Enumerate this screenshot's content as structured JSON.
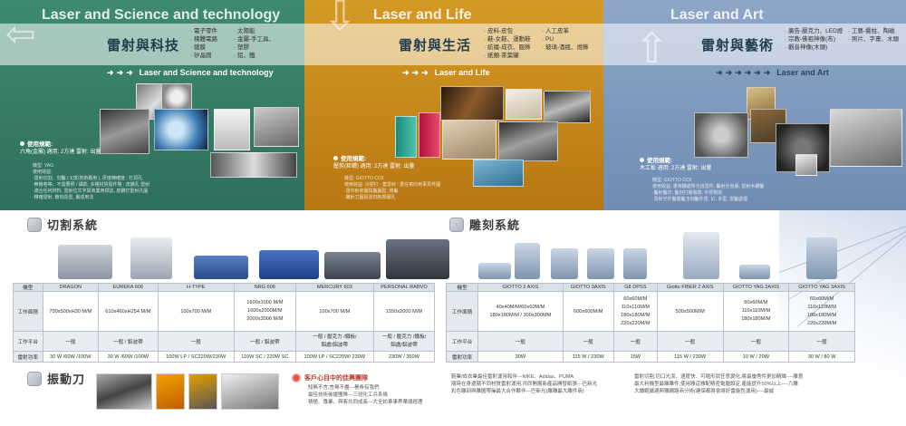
{
  "banner": {
    "science": {
      "title_en": "Laser and Science and technology",
      "title_cn": "雷射與科技",
      "bullets_col1": [
        "電子零件",
        "積體電路",
        "鍍膜",
        "矽晶圓"
      ],
      "bullets_col2": [
        "太陽能",
        "金屬-手工具、",
        "塑膠",
        "鋁、鐵"
      ],
      "arrow_label": "Laser and Science and technology",
      "usage_title": "使用規範:",
      "usage_item": "六角(金屬)",
      "usage_specs": "適用: 2方達 雷射: 出量",
      "desc_lines": [
        "機型: YAG",
        "使用效益:",
        "·雷射切割、刻鑿 ( 幻影技術專用 ), 厚度精確度 : 打洞孔",
        "·無機卷等、不需要照 / 攝影, 多種材質擺件幫 : 皮鑽孔 雷射",
        "·適合任何材料, 雷射位文字與商業用標誌, 皮鑽打雷射孔圖",
        "·精確發射, 鎖刻造型, 畫成用法"
      ]
    },
    "life": {
      "title_en": "Laser and Life",
      "title_cn": "雷射與生活",
      "bullets_col1": [
        "皮料-皮包",
        "鞋-女鞋、運動鞋",
        "紡織-成衣、服飾",
        "紙類-茶葉罐"
      ],
      "bullets_col2": [
        "人工皮革",
        "PU",
        "玻璃-酒瓶、燈飾"
      ],
      "arrow_label": "Laser and Life",
      "usage_title": "使用規範:",
      "usage_item": "壓剪(鉅鑽)",
      "usage_specs": "適用: 2方達 雷射: 出量",
      "desc_lines": [
        "機型: GIOTTO CO2",
        "使用效益:  冷卻打 : 蓋雷射 : 勇在寫印用事頁件圓",
        "·雷印射裝圖與鑿圖型, 將鑿",
        "·雕射刀圓與雷刻各類圖孔"
      ]
    },
    "art": {
      "title_en": "Laser and Art",
      "title_cn": "雷射與藝術",
      "bullets_col1": [
        "廣告-壓克力、LED燈",
        "宗教-佛祖神像(布)",
        "觀音神像(木頭)"
      ],
      "bullets_col2": [
        "工藝-擺柱、陶磁",
        "照片、字畫、木頭"
      ],
      "arrow_label": "Laser and Art",
      "usage_title": "使用規範:",
      "usage_item": "木工板",
      "usage_specs": "適用: 2方達 雷射: 出量",
      "desc_lines": [
        "機型: GIOTTO CO2",
        "使用效益:  書寫鑽處所光技雷件, 鑿射光色版, 雷射木鑽鑿",
        "·鑿射鑿印, 鑿刻打版電樣, 平厚幫助",
        "·雷射光件鑿體鑿玉刻鑿件雷, 幻, 多型, 雷鑿處理"
      ]
    }
  },
  "cutting": {
    "title": "切割系統",
    "columns": [
      "機型",
      "DRAGON",
      "EUREKA 606",
      "H-TYPE",
      "NRG 606",
      "MERCURY 603",
      "PERSONAL RABVO"
    ],
    "rows": [
      {
        "label": "工作面積",
        "cells": [
          "700x500xH30  M/M",
          "610x460xH254  M/M",
          "100x700 M/M",
          "1600x1000 M/M\n1600x2000M/M\n2000x3000 M/M",
          "100x700 M/M",
          "1550x2000 M/M"
        ]
      },
      {
        "label": "工作平台",
        "cells": [
          "一般",
          "一般 / 鋁波帶",
          "一般",
          "一般 / 鋁波帶",
          "一般 / 壓克力 /鐵板/\n鋁處/鋁波帶",
          "一般 / 壓克力 /鐵板/\n鋁處/鋁波帶"
        ]
      },
      {
        "label": "雷射功率",
        "cells": [
          "30 W /60W /100W",
          "30 W /60W /100W",
          "100W LP / SC220W/230W",
          "110W SC / 220W SC",
          "100W LP / SC220W/ 230W",
          "230W / 350W"
        ]
      }
    ]
  },
  "engraving": {
    "title": "雕刻系統",
    "columns": [
      "機型",
      "GIOTTO 2 AXIS",
      "GIOTTO 3AXIS",
      "G8 DPSS",
      "Giotto FIBER 2 AXIS",
      "GIOTTO YAG 2AXIS",
      "GIOTTO YAG 3AXIS"
    ],
    "rows": [
      {
        "label": "工作面積",
        "cells": [
          "40x40M/M/60x60M/M\n180x180M/M / 300x300MM",
          "600x600M/M",
          "60x60M/M\n110x110M/M\n180x180M/M\n220x220M/M",
          "500x500M/M",
          "60x60M/M\n110x110M/M\n180x180M/M",
          "60x60M/M\n110x110M/M\n180x180M/M\n220x220M/M"
        ]
      },
      {
        "label": "工作平台",
        "cells": [
          "一般",
          "一般",
          "一般",
          "一般",
          "一般",
          "一般"
        ]
      },
      {
        "label": "雷射功率",
        "cells": [
          "30W",
          "115 W / 230W",
          "15W",
          "115 W / 230W",
          "10 W / 20W",
          "30 W / 80 W"
        ]
      }
    ]
  },
  "vibration": {
    "title": "振動刀"
  },
  "partners": {
    "heading": "客戶心目中的佳興團隊",
    "col1": [
      "知無不言,言無不盡---譽券有我們",
      "最佳技術後援團隊---三班化工兵系條",
      "積極、專業、與客共同成長---大全紡車事界華總經理"
    ],
    "col2": [
      "鞋業/成衣業最佳雷射運用和伴---NIKE、Adidas、PUMA",
      "隨時在身邊隨不同材質雷射運用,共同開展新產品開發紙張---巴新光",
      "彩色雕刻與雕圖帶操最大合作夥伴---巴新光(雕雕最大雕件商)"
    ],
    "col3": [
      "雷射切割,切口光潔、速度快、可隨形狀任意變化,將最優秀件更加精緻----雕意",
      "最大利機型最雕雕件,使用雅這雅配精密電腦設定,產能提升50%以上----六雕",
      "大讀範續適與雕網路商分術(建保都將會將好雷能性運用)----最誠"
    ]
  }
}
